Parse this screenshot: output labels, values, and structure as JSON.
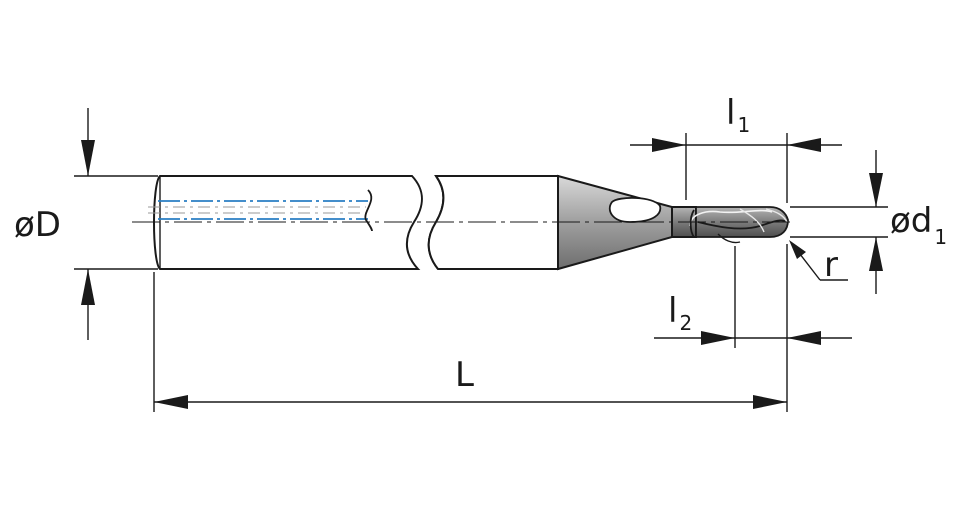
{
  "labels": {
    "shank_diameter": "øD",
    "cutter_diameter": "ød",
    "cutter_diameter_sub": "1",
    "flute_length": "l",
    "flute_length_sub": "1",
    "neck_length": "l",
    "neck_length_sub": "2",
    "overall_length": "L",
    "corner_radius": "r"
  },
  "colors": {
    "line": "#1a1a1a",
    "coolant_channel": "#2a7fc4",
    "shank_fill": "#ffffff",
    "taper_fill": "#9a9a9a",
    "cutter_fill": "#7a7a7a"
  }
}
